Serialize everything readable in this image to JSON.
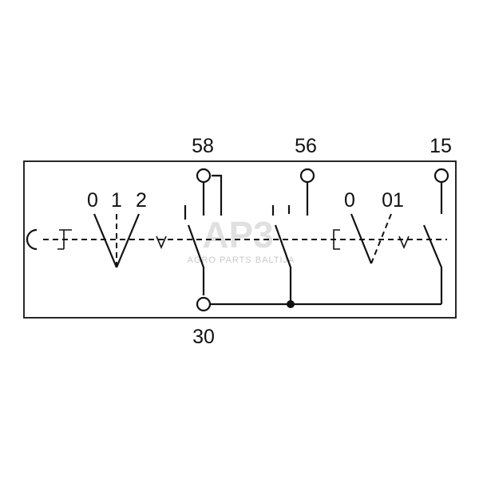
{
  "terminals": {
    "t58": "58",
    "t56": "56",
    "t15": "15",
    "t30": "30"
  },
  "positions_left": [
    "0",
    "1",
    "2"
  ],
  "positions_right": [
    "0",
    "01"
  ],
  "watermark": {
    "logo": "AP3",
    "tagline": "AGRO PARTS BALTIJA"
  }
}
